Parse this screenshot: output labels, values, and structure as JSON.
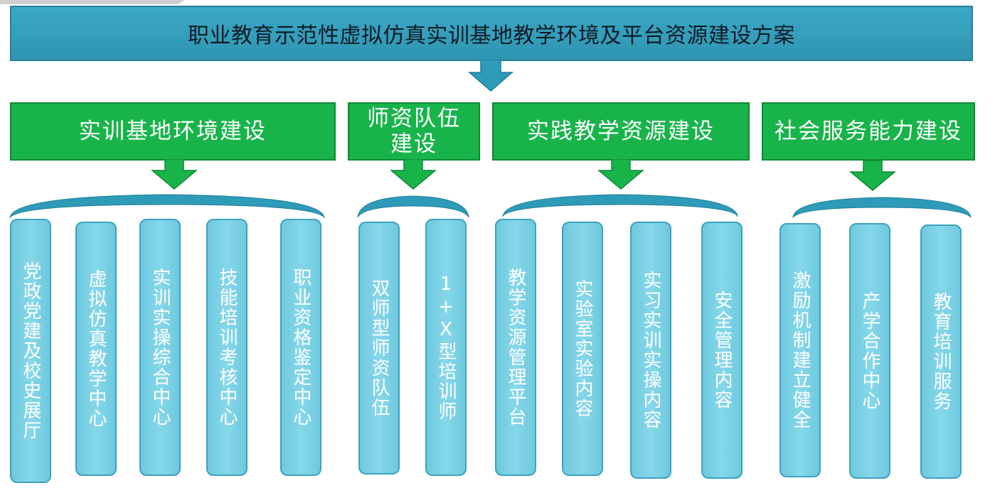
{
  "title": "职业教育示范性虚拟仿真实训基地教学环境及平台资源建设方案",
  "categories": [
    {
      "label": "实训基地环境建设"
    },
    {
      "label": "师资队伍建设"
    },
    {
      "label": "实践教学资源建设"
    },
    {
      "label": "社会服务能力建设"
    }
  ],
  "items": [
    {
      "label": "党政党建及校史展厅"
    },
    {
      "label": "虚拟仿真教学中心"
    },
    {
      "label": "实训实操综合中心"
    },
    {
      "label": "技能培训考核中心"
    },
    {
      "label": "职业资格鉴定中心"
    },
    {
      "label": "双师型师资队伍"
    },
    {
      "label": "1+X型培训师"
    },
    {
      "label": "教学资源管理平台"
    },
    {
      "label": "实验室实验内容"
    },
    {
      "label": "实习实训实操内容"
    },
    {
      "label": "安全管理内容"
    },
    {
      "label": "激励机制建立健全"
    },
    {
      "label": "产学合作中心"
    },
    {
      "label": "教育培训服务"
    }
  ],
  "colors": {
    "title_fill": "#2f9fbd",
    "category_fill": "#18b44a",
    "item_fill": "#7dd0e4",
    "connector": "#2e9bb8"
  }
}
